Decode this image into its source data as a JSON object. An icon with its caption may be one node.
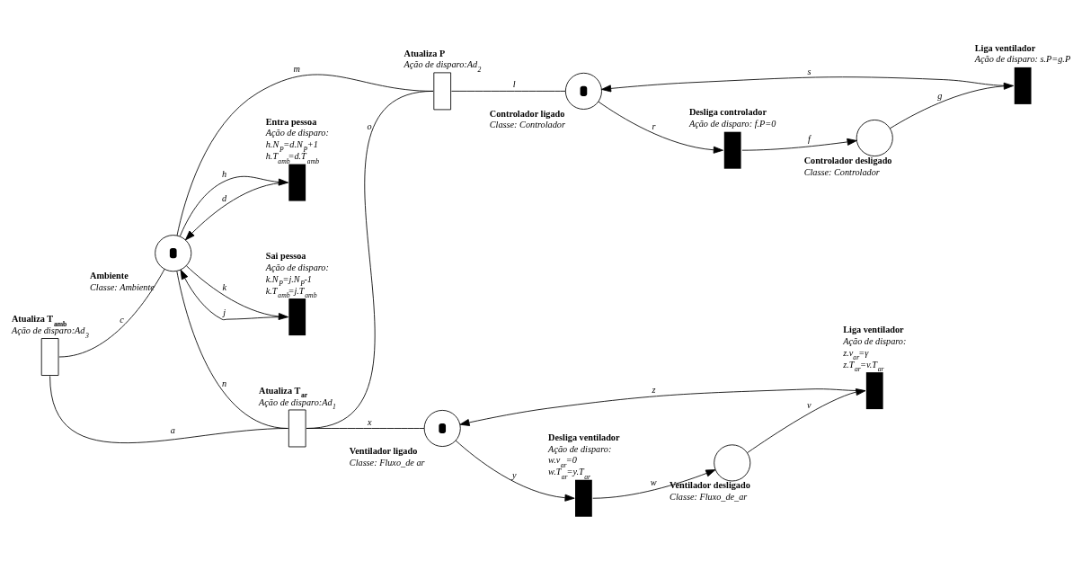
{
  "diagram": {
    "nodes": [
      {
        "text": [
          "Atualiza T$_{amb}$",
          "Ação de disparo:Ad$_{3}$"
        ]
      },
      {
        "text": [
          "Ambiente",
          "Classe: Ambiente"
        ]
      },
      {
        "text": [
          "Entra pessoa",
          "Ação de disparo:",
          "h.N$_{P}$=d.N$_{P}$+1",
          "h.T$_{amb}$=d.T$_{amb}$"
        ]
      },
      {
        "text": [
          "Sai pessoa",
          "Ação de disparo:",
          "k.N$_{P}$=j.N$_{P}$-1",
          "k.T$_{amb}$=j.T$_{amb}$"
        ]
      },
      {
        "text": [
          "Atualiza T$_{ar}$",
          "Ação de disparo:Ad$_{1}$"
        ]
      },
      {
        "text": [
          "Ventilador ligado",
          "Classe: Fluxo_de ar"
        ]
      },
      {
        "text": [
          "Desliga ventilador",
          "Ação de disparo:",
          "w.v$_{ar}$=0",
          "w.T$_{ar}$=y.T$_{ar}$"
        ]
      },
      {
        "text": [
          "Liga ventilador",
          "Ação de disparo:",
          "z.v$_{ar}$=γ",
          "z.T$_{ar}$=v.T$_{ar}$"
        ]
      },
      {
        "text": [
          "Ventilador desligado",
          "Classe: Fluxo_de_ar"
        ]
      },
      {
        "text": [
          "Atualiza P",
          "Ação de disparo:Ad$_{2}$"
        ]
      },
      {
        "text": [
          "Controlador ligado",
          "Classe: Controlador"
        ]
      },
      {
        "text": [
          "Desliga controlador",
          "Ação de disparo: f.P=0"
        ]
      },
      {
        "text": [
          "Liga ventilador",
          "Ação de disparo: s.P=g.P"
        ]
      },
      {
        "text": [
          "Controlador desligado",
          "Classe: Controlador"
        ]
      }
    ],
    "edges": [
      {
        "from": 0,
        "to": 4,
        "arrow": "none",
        "label": "a"
      },
      {
        "from": 0,
        "to": 1,
        "arrow": "none",
        "label": "c"
      },
      {
        "from": 1,
        "to": 4,
        "arrow": "none",
        "label": "n"
      },
      {
        "from": 2,
        "to": 1,
        "arrow": "to",
        "label": "d"
      },
      {
        "from": 1,
        "to": 2,
        "arrow": "to",
        "label": "h"
      },
      {
        "from": 3,
        "to": 1,
        "arrow": "to",
        "label": "j"
      },
      {
        "from": 1,
        "to": 3,
        "arrow": "to",
        "label": "k"
      },
      {
        "from": 4,
        "to": 5,
        "arrow": "none",
        "label": "x"
      },
      {
        "from": 4,
        "to": 9,
        "arrow": "none",
        "label": "o"
      },
      {
        "from": 5,
        "to": 6,
        "arrow": "to",
        "label": "y"
      },
      {
        "from": 6,
        "to": 8,
        "arrow": "to",
        "label": "w"
      },
      {
        "from": 8,
        "to": 7,
        "arrow": "to",
        "label": "v"
      },
      {
        "from": 7,
        "to": 5,
        "arrow": "to",
        "label": "z"
      },
      {
        "from": 1,
        "to": 9,
        "arrow": "none",
        "label": "m"
      },
      {
        "from": 9,
        "to": 10,
        "arrow": "none",
        "label": "l"
      },
      {
        "from": 10,
        "to": 11,
        "arrow": "to",
        "label": "r"
      },
      {
        "from": 11,
        "to": 13,
        "arrow": "to",
        "label": "f"
      },
      {
        "from": 13,
        "to": 12,
        "arrow": "to",
        "label": "g"
      },
      {
        "from": 12,
        "to": 10,
        "arrow": "to",
        "label": "s"
      }
    ]
  }
}
